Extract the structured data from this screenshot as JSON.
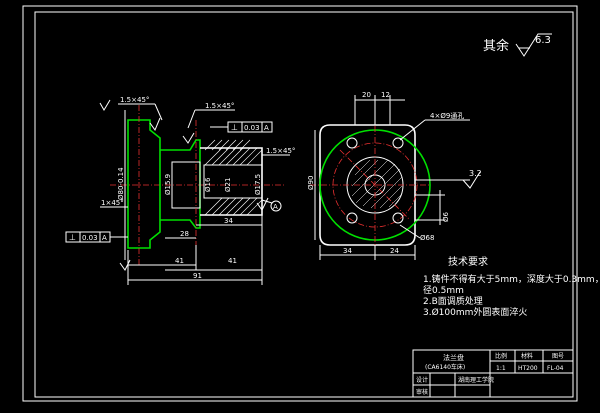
{
  "roughness": {
    "label": "其余",
    "value": "6.3"
  },
  "section_marker": "A",
  "left_view": {
    "chamfer_top_left": "1.5×45°",
    "chamfer_top_mid": "1.5×45°",
    "chamfer_right": "1.5×45°",
    "chamfer_left": "1×45°",
    "perp_tol_top": {
      "symbol": "⊥",
      "value": "0.03",
      "datum": "A"
    },
    "perp_tol_bottom": {
      "symbol": "⊥",
      "value": "0.03",
      "datum": "A"
    },
    "dia_left": "Ø80-0.14",
    "dia_mid1": "Ø15.9",
    "dia_mid2": "Ø16",
    "dia_mid3": "Ø21",
    "dia_right": "Ø17.5",
    "dim_34": "34",
    "dim_28": "28",
    "dim_41_left": "41",
    "dim_41_right": "41",
    "dim_91": "91"
  },
  "right_view": {
    "dim_20": "20",
    "dim_12": "12",
    "holes_note": "4×Ø9通孔",
    "dia_90": "Ø90",
    "dia_6": "Ø6",
    "dia_68": "Ø68",
    "dim_34": "34",
    "dim_24": "24",
    "roughness_right": "3.2"
  },
  "requirements": {
    "title": "技术要求",
    "items": [
      "1.铸件不得有大于5mm，深度大于0.3mm，",
      "  径0.5mm",
      "2.B面调质处理",
      "3.Ø100mm外圆表面淬火"
    ]
  },
  "title_block": {
    "part_name": "法兰盘",
    "machine": "(CA6140车床)",
    "h_scale": "比例",
    "h_material": "材料",
    "h_drawing_no": "图号",
    "scale": "1:1",
    "material": "HT200",
    "drawing_no": "FL-04",
    "designer": "设计",
    "reviewer": "审核",
    "school": "湖南理工学院"
  }
}
